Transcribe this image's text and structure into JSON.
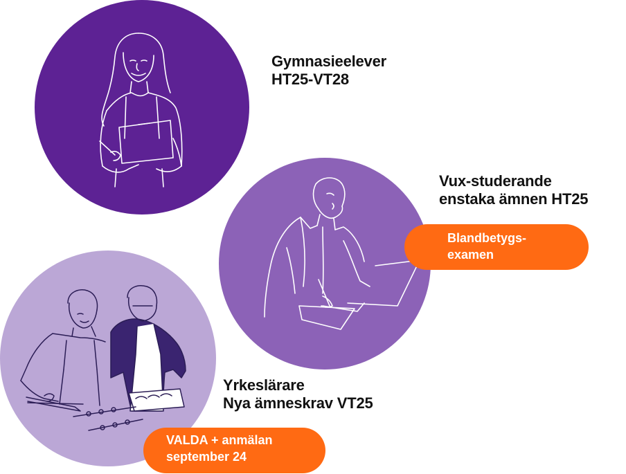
{
  "groups": [
    {
      "title_line1": "Gymnasieelever",
      "title_line2": "HT25-VT28",
      "circle_color": "#5d2294",
      "illustration": "student-holding-clipboard"
    },
    {
      "title_line1": "Vux-studerande",
      "title_line2": "enstaka ämnen HT25",
      "circle_color": "#8c62b7",
      "illustration": "adult-student-at-laptop",
      "badge_line1": "Blandbetygs-",
      "badge_line2": "examen"
    },
    {
      "title_line1": "Yrkeslärare",
      "title_line2": "Nya ämneskrav VT25",
      "circle_color": "#bba7d6",
      "illustration": "two-cooks-preparing-skewers",
      "badge_line1": "VALDA + anmälan",
      "badge_line2": "september 24"
    }
  ],
  "colors": {
    "badge": "#ff6a13",
    "text": "#111111",
    "line_art": "#ffffff",
    "line_art_dark": "#3a2470"
  }
}
